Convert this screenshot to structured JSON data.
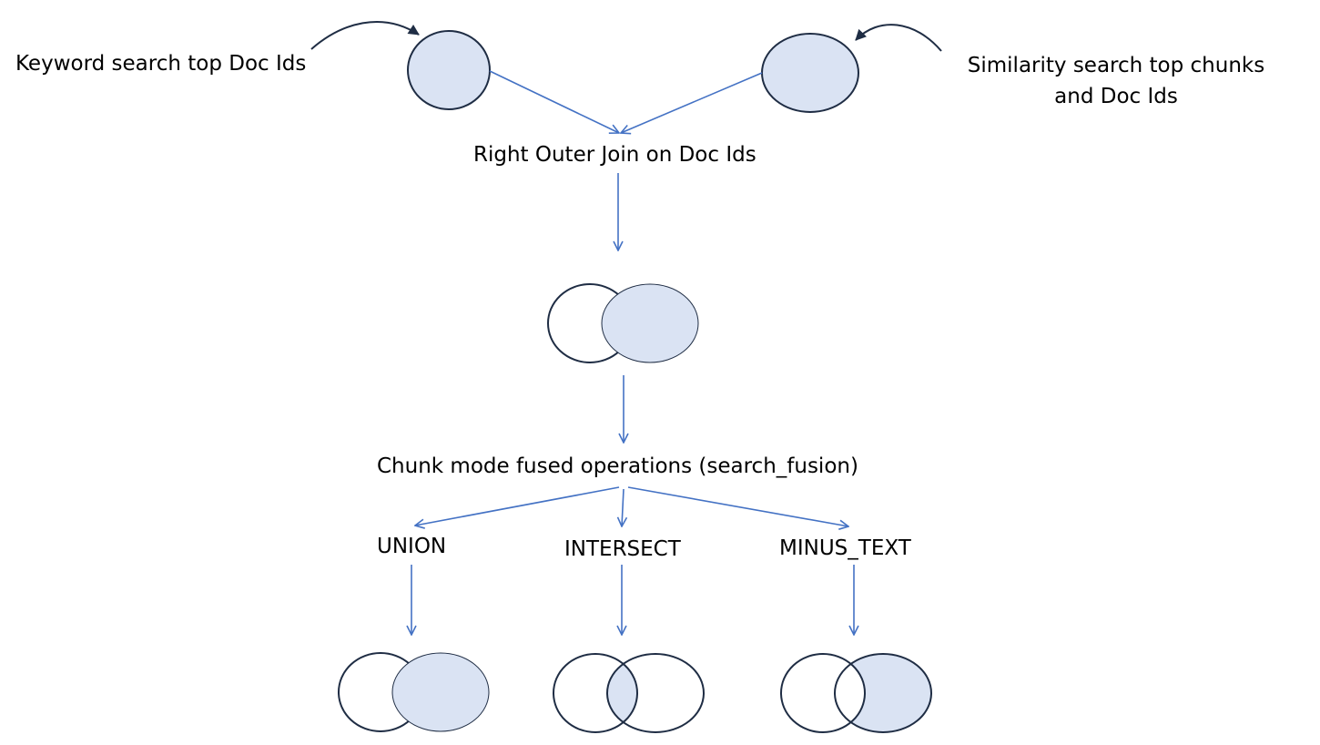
{
  "labels": {
    "keyword": "Keyword search top Doc Ids",
    "similarity_line1": "Similarity search top chunks",
    "similarity_line2": "and Doc Ids",
    "join": "Right Outer Join on Doc Ids",
    "fusion": "Chunk mode fused operations (search_fusion)",
    "union": "UNION",
    "intersect": "INTERSECT",
    "minus": "MINUS_TEXT"
  },
  "colors": {
    "fill": "#dae3f3",
    "outline": "#1f2d44",
    "arrow": "#4472c4",
    "text": "#000000"
  }
}
